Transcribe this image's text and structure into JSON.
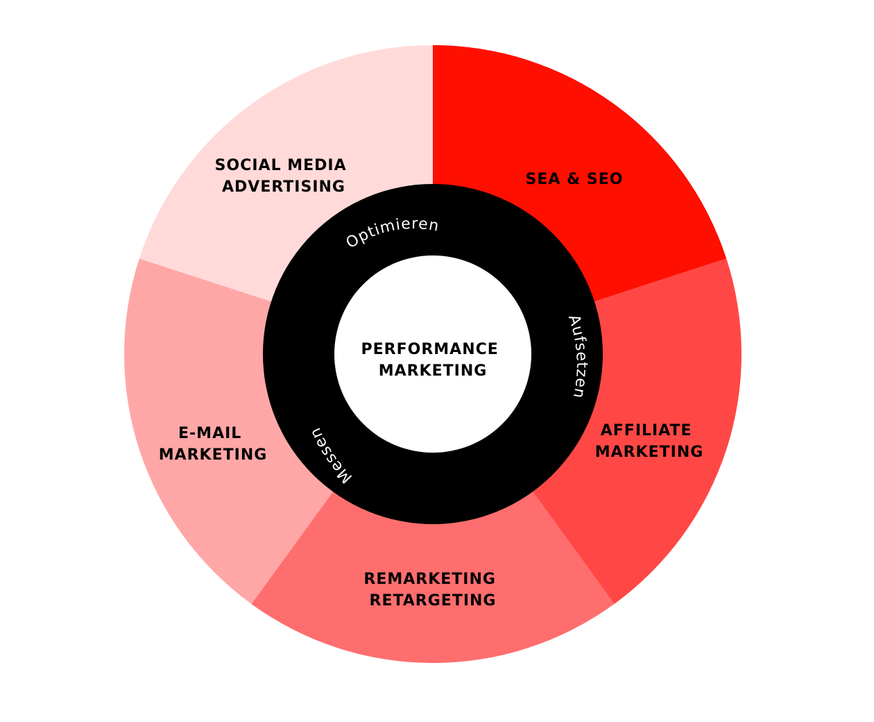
{
  "center": {
    "line1": "PERFORMANCE",
    "line2": "MARKETING",
    "color": "#ffffff"
  },
  "ring": {
    "color": "#000000",
    "text_color": "#ffffff",
    "labels": [
      "Optimieren",
      "Aufsetzen",
      "Messen"
    ]
  },
  "segments": [
    {
      "id": "sea-seo",
      "lines": [
        "SEA & SEO"
      ],
      "color": "#ff0f00"
    },
    {
      "id": "affiliate-marketing",
      "lines": [
        "AFFILIATE",
        "MARKETING"
      ],
      "color": "#ff4845"
    },
    {
      "id": "remarketing-retargeting",
      "lines": [
        "REMARKETING",
        "RETARGETING"
      ],
      "color": "#ff6e6e"
    },
    {
      "id": "email-marketing",
      "lines": [
        "E-MAIL",
        "MARKETING"
      ],
      "color": "#ffa7a7"
    },
    {
      "id": "social-media-advertising",
      "lines": [
        "SOCIAL MEDIA",
        "ADVERTISING"
      ],
      "color": "#ffdad9"
    }
  ]
}
